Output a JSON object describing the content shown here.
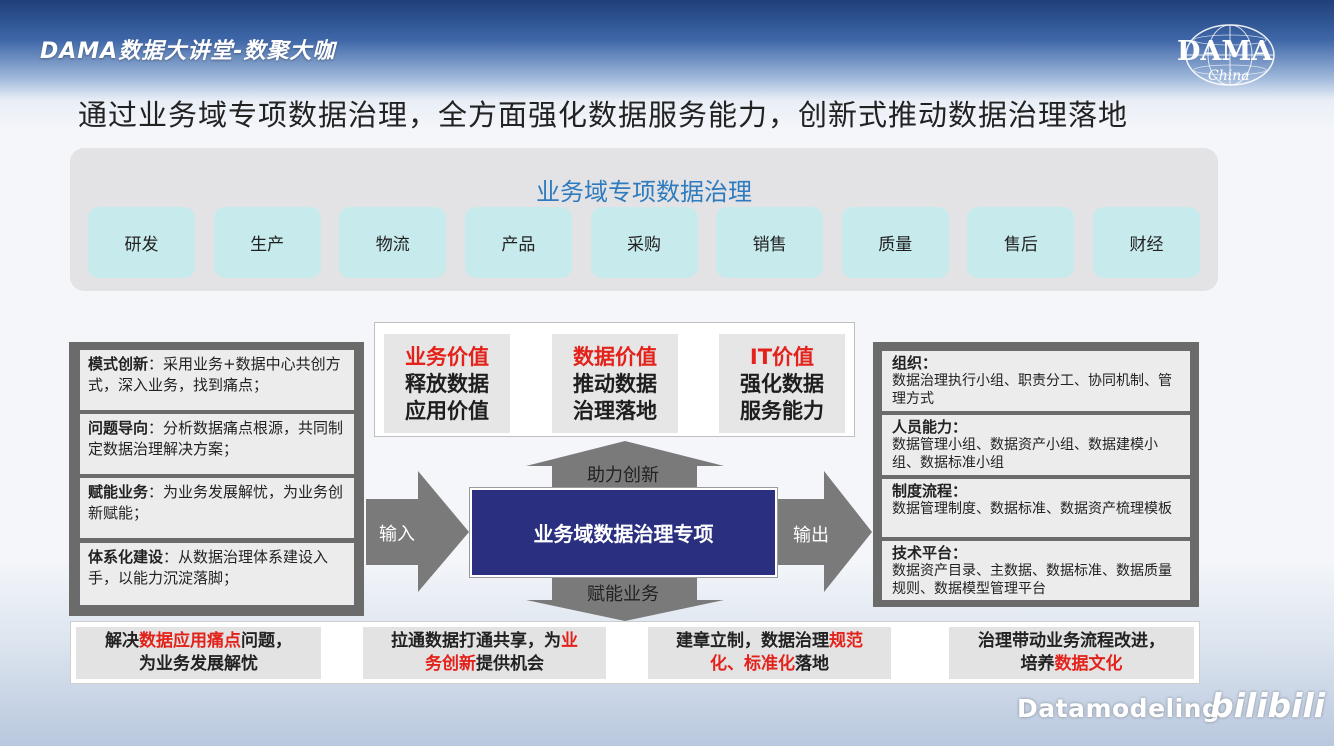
{
  "brand": {
    "title": "DAMA数据大讲堂-数聚大咖",
    "logo_text": "DAMA",
    "logo_sub": "China"
  },
  "headline": "通过业务域专项数据治理，全方面强化数据服务能力，创新式推动数据治理落地",
  "panel": {
    "title": "业务域专项数据治理",
    "domains": [
      "研发",
      "生产",
      "物流",
      "产品",
      "采购",
      "销售",
      "质量",
      "售后",
      "财经"
    ]
  },
  "left": {
    "items": [
      {
        "title": "模式创新",
        "text": "：采用业务+数据中心共创方式，深入业务，找到痛点；"
      },
      {
        "title": "问题导向",
        "text": "：分析数据痛点根源，共同制定数据治理解决方案；"
      },
      {
        "title": "赋能业务",
        "text": "：为业务发展解忧，为业务创新赋能；"
      },
      {
        "title": "体系化建设",
        "text": "：从数据治理体系建设入手，以能力沉淀落脚；"
      }
    ]
  },
  "values": [
    {
      "head": "业务价值",
      "l1": "释放数据",
      "l2": "应用价值"
    },
    {
      "head": "数据价值",
      "l1": "推动数据",
      "l2": "治理落地"
    },
    {
      "head": "IT价值",
      "l1": "强化数据",
      "l2": "服务能力"
    }
  ],
  "flow": {
    "hub": "业务域数据治理专项",
    "up": "助力创新",
    "down": "赋能业务",
    "input": "输入",
    "output": "输出"
  },
  "right": {
    "items": [
      {
        "title": "组织：",
        "text": "数据治理执行小组、职责分工、协同机制、管理方式"
      },
      {
        "title": "人员能力：",
        "text": "数据管理小组、数据资产小组、数据建模小组、数据标准小组"
      },
      {
        "title": "制度流程：",
        "text": "数据管理制度、数据标准、数据资产梳理模板"
      },
      {
        "title": "技术平台：",
        "text": "数据资产目录、主数据、数据标准、数据质量规则、数据模型管理平台"
      }
    ]
  },
  "bottom": {
    "c1": {
      "a": "解决",
      "r": "数据应用痛点",
      "b": "问题，",
      "c": "为业务发展解忧"
    },
    "c2": {
      "a": "拉通数据打通共享，为",
      "r1": "业",
      "r2": "务创新",
      "b": "提供机会"
    },
    "c3": {
      "a": "建章立制，数据治理",
      "r1": "规范",
      "r2": "化、标准化",
      "b": "落地"
    },
    "c4": {
      "a": "治理带动业务流程改进，",
      "b": "培养",
      "r": "数据文化"
    }
  },
  "watermark": {
    "text": "Datamodeling",
    "logo": "bilibili"
  },
  "colors": {
    "accent_red": "#e3231b",
    "hub_blue": "#2a2f7f",
    "panel_title_blue": "#2e7bbf",
    "chip_teal": "#c7eaec"
  }
}
